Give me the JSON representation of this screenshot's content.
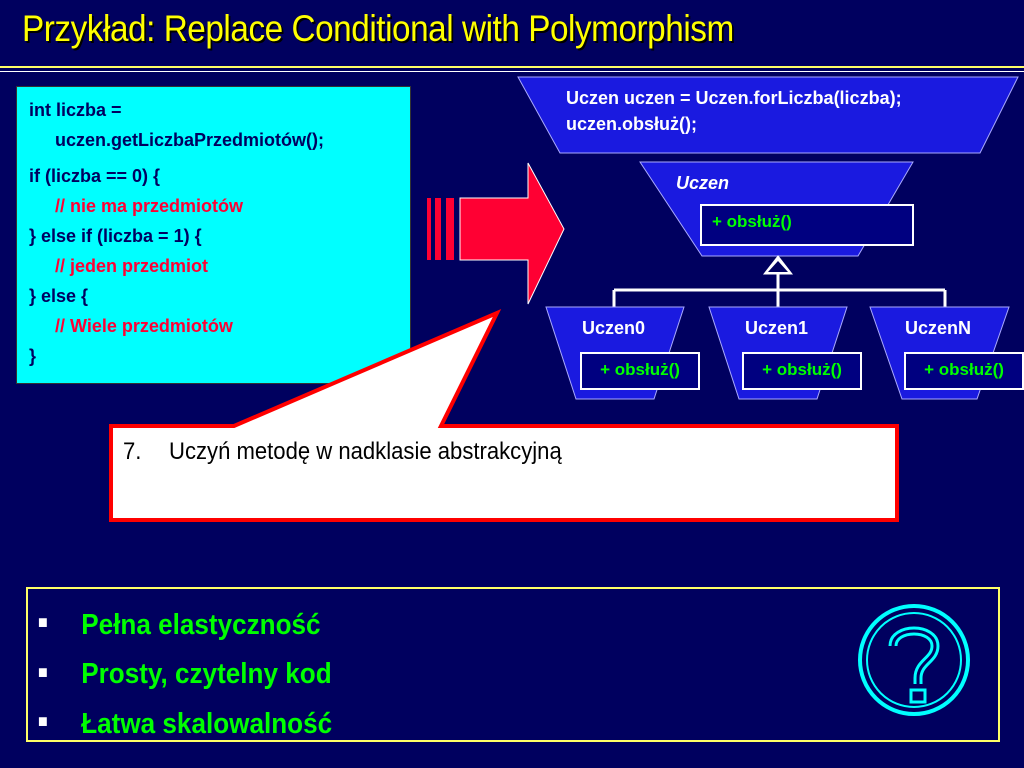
{
  "title": "Przykład: Replace Conditional with Polymorphism",
  "code_lines": [
    {
      "text": "int liczba =",
      "indent": false,
      "comment": false
    },
    {
      "text": "uczen.getLiczbaPrzedmiotów();",
      "indent": true,
      "comment": false
    },
    {
      "text": "if (liczba == 0) {",
      "indent": false,
      "comment": false
    },
    {
      "text": "// nie ma przedmiotów",
      "indent": true,
      "comment": true
    },
    {
      "text": "} else if  (liczba = 1) {",
      "indent": false,
      "comment": false
    },
    {
      "text": "// jeden przedmiot",
      "indent": true,
      "comment": true
    },
    {
      "text": "} else {",
      "indent": false,
      "comment": false
    },
    {
      "text": "// Wiele przedmiotów",
      "indent": true,
      "comment": true
    },
    {
      "text": "}",
      "indent": false,
      "comment": false
    }
  ],
  "client_code": {
    "line1": "Uczen uczen =  Uczen.forLiczba(liczba);",
    "line2": "uczen.obsłuż();"
  },
  "base_class": {
    "name": "Uczen",
    "method": "+ obsłuż()"
  },
  "subclasses": [
    {
      "name": "Uczen0",
      "method": "+ obsłuż()"
    },
    {
      "name": "Uczen1",
      "method": "+ obsłuż()"
    },
    {
      "name": "UczenN",
      "method": "+ obsłuż()"
    }
  ],
  "callout": {
    "number": "7.",
    "text": "Uczyń metodę w nadklasie abstrakcyjną"
  },
  "bullets": [
    "Pełna elastyczność",
    "Prosty, czytelny kod",
    "Łatwa skalowalność"
  ],
  "question_icon": "question-mark-icon",
  "colors": {
    "background": "#00005f",
    "title": "#ffff00",
    "code_bg": "#00ffff",
    "comment": "#ff0033",
    "method": "#00ff00",
    "bullet": "#00ff00",
    "trapezoid": "#1a1ae0",
    "arrow": "#ff0033"
  }
}
